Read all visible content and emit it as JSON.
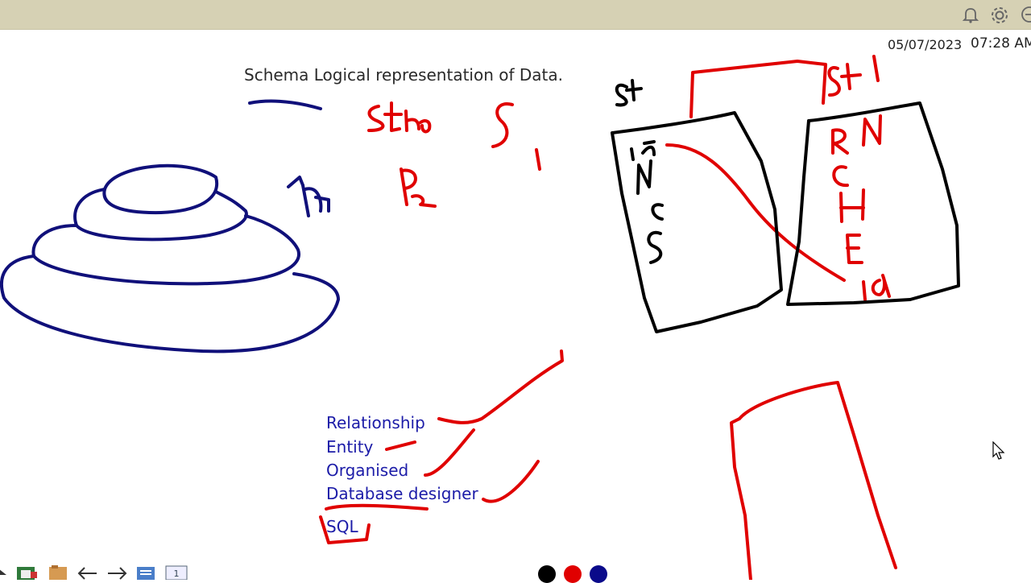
{
  "header": {
    "date": "05/07/2023",
    "time": "07:28 AM"
  },
  "note": {
    "schema_text": "Schema Logical representation of Data."
  },
  "terms": [
    {
      "label": "Relationship"
    },
    {
      "label": "Entity"
    },
    {
      "label": "Organised"
    },
    {
      "label": "Database designer"
    },
    {
      "label": "SQL"
    }
  ],
  "palette": {
    "ink_red": "#e00000",
    "ink_blue": "#10107a",
    "ink_black": "#000000",
    "topbar": "#d6d1b4",
    "term_text": "#1c1ca8"
  },
  "pens": [
    {
      "color": "#000000",
      "name": "black-pen"
    },
    {
      "color": "#e00000",
      "name": "red-pen"
    },
    {
      "color": "#0a0a8a",
      "name": "blue-pen"
    }
  ]
}
